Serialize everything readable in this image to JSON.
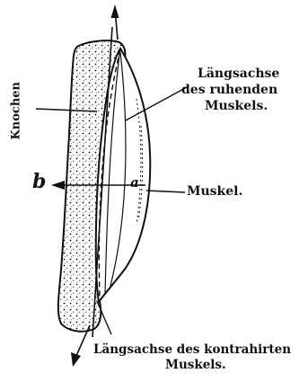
{
  "labels": {
    "bone": "Knochen",
    "resting_axis_line1": "Längsachse",
    "resting_axis_line2": "des ruhenden",
    "resting_axis_line3": "Muskels.",
    "arrow_b": "b",
    "point_a": "a",
    "muscle": "Muskel.",
    "contracted_axis_line1": "Längsachse des kontrahirten",
    "contracted_axis_line2": "Muskels."
  },
  "colors": {
    "ink": "#111111",
    "paper": "#ffffff"
  }
}
